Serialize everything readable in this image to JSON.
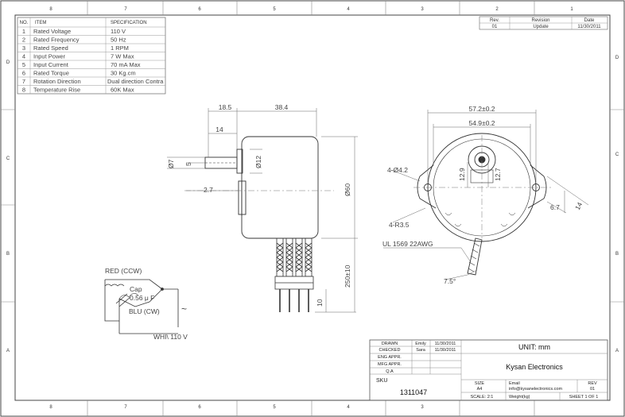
{
  "zones": {
    "columns": [
      "8",
      "7",
      "6",
      "5",
      "4",
      "3",
      "2",
      "1"
    ],
    "rows": [
      "D",
      "C",
      "B",
      "A"
    ]
  },
  "spec_table": {
    "headers": {
      "no": "NO.",
      "item": "ITEM",
      "spec": "SPECIFICATION"
    },
    "rows": [
      {
        "no": "1",
        "item": "Rated Voltage",
        "spec": "110 V"
      },
      {
        "no": "2",
        "item": "Rated Frequency",
        "spec": "50 Hz"
      },
      {
        "no": "3",
        "item": "Rated Speed",
        "spec": "1 RPM"
      },
      {
        "no": "4",
        "item": "Input Power",
        "spec": "7 W  Max"
      },
      {
        "no": "5",
        "item": "Input Current",
        "spec": "70 mA  Max"
      },
      {
        "no": "6",
        "item": "Rated Torque",
        "spec": "30 Kg.cm"
      },
      {
        "no": "7",
        "item": "Rotation Direction",
        "spec": "Dual direction Contra"
      },
      {
        "no": "8",
        "item": "Temperature Rise",
        "spec": "60K  Max"
      }
    ]
  },
  "revision_table": {
    "headers": {
      "rev": "Rev.",
      "revision": "Revision",
      "date": "Date"
    },
    "row": {
      "rev": "01",
      "revision": "Update",
      "date": "11/30/2011"
    }
  },
  "side_view_dims": {
    "len_a": "18.5",
    "len_b": "38.4",
    "shaft_len": "14",
    "shaft_dia": "Ø7",
    "flat": "5",
    "boss_dia": "Ø12",
    "offset": "2.7",
    "body_dia": "Ø60",
    "lead_len": "250±10",
    "pin_len": "10"
  },
  "front_view_dims": {
    "outer_w": "57.2±0.2",
    "inner_w": "54.9±0.2",
    "holes": "4-Ø4.2",
    "radius": "4-R3.5",
    "hub_a": "12.9",
    "hub_b": "12.7",
    "ear_a": "6.7",
    "ear_b": "14",
    "cable": "UL 1569 22AWG",
    "angle": "7.5°"
  },
  "wiring": {
    "red": "RED (CCW)",
    "cap": "Cap",
    "cap_value": "0.56 μ F",
    "blue": "BLU (CW)",
    "white": "WHI\\ 110 V",
    "ac_symbol": "~"
  },
  "title_block": {
    "drawn_label": "DRAWN",
    "drawn_name": "Emily",
    "drawn_date": "11/30/2011",
    "checked_label": "CHECKED",
    "checked_name": "Sara",
    "checked_date": "11/30/2011",
    "eng_label": "ENG APPR.",
    "mfg_label": "MFG APPR.",
    "qa_label": "Q.A",
    "unit": "UNIT: mm",
    "company": "Kysan Electronics",
    "sku_label": "SKU",
    "sku": "1311047",
    "size_label": "SIZE",
    "size": "A4",
    "email_label": "Email",
    "email": "info@kysanelectronics.com",
    "rev_label": "REV",
    "rev": "01",
    "scale": "SCALE: 2:1",
    "weight": "Weight(kg)",
    "sheet": "SHEET 1 OF 1"
  }
}
